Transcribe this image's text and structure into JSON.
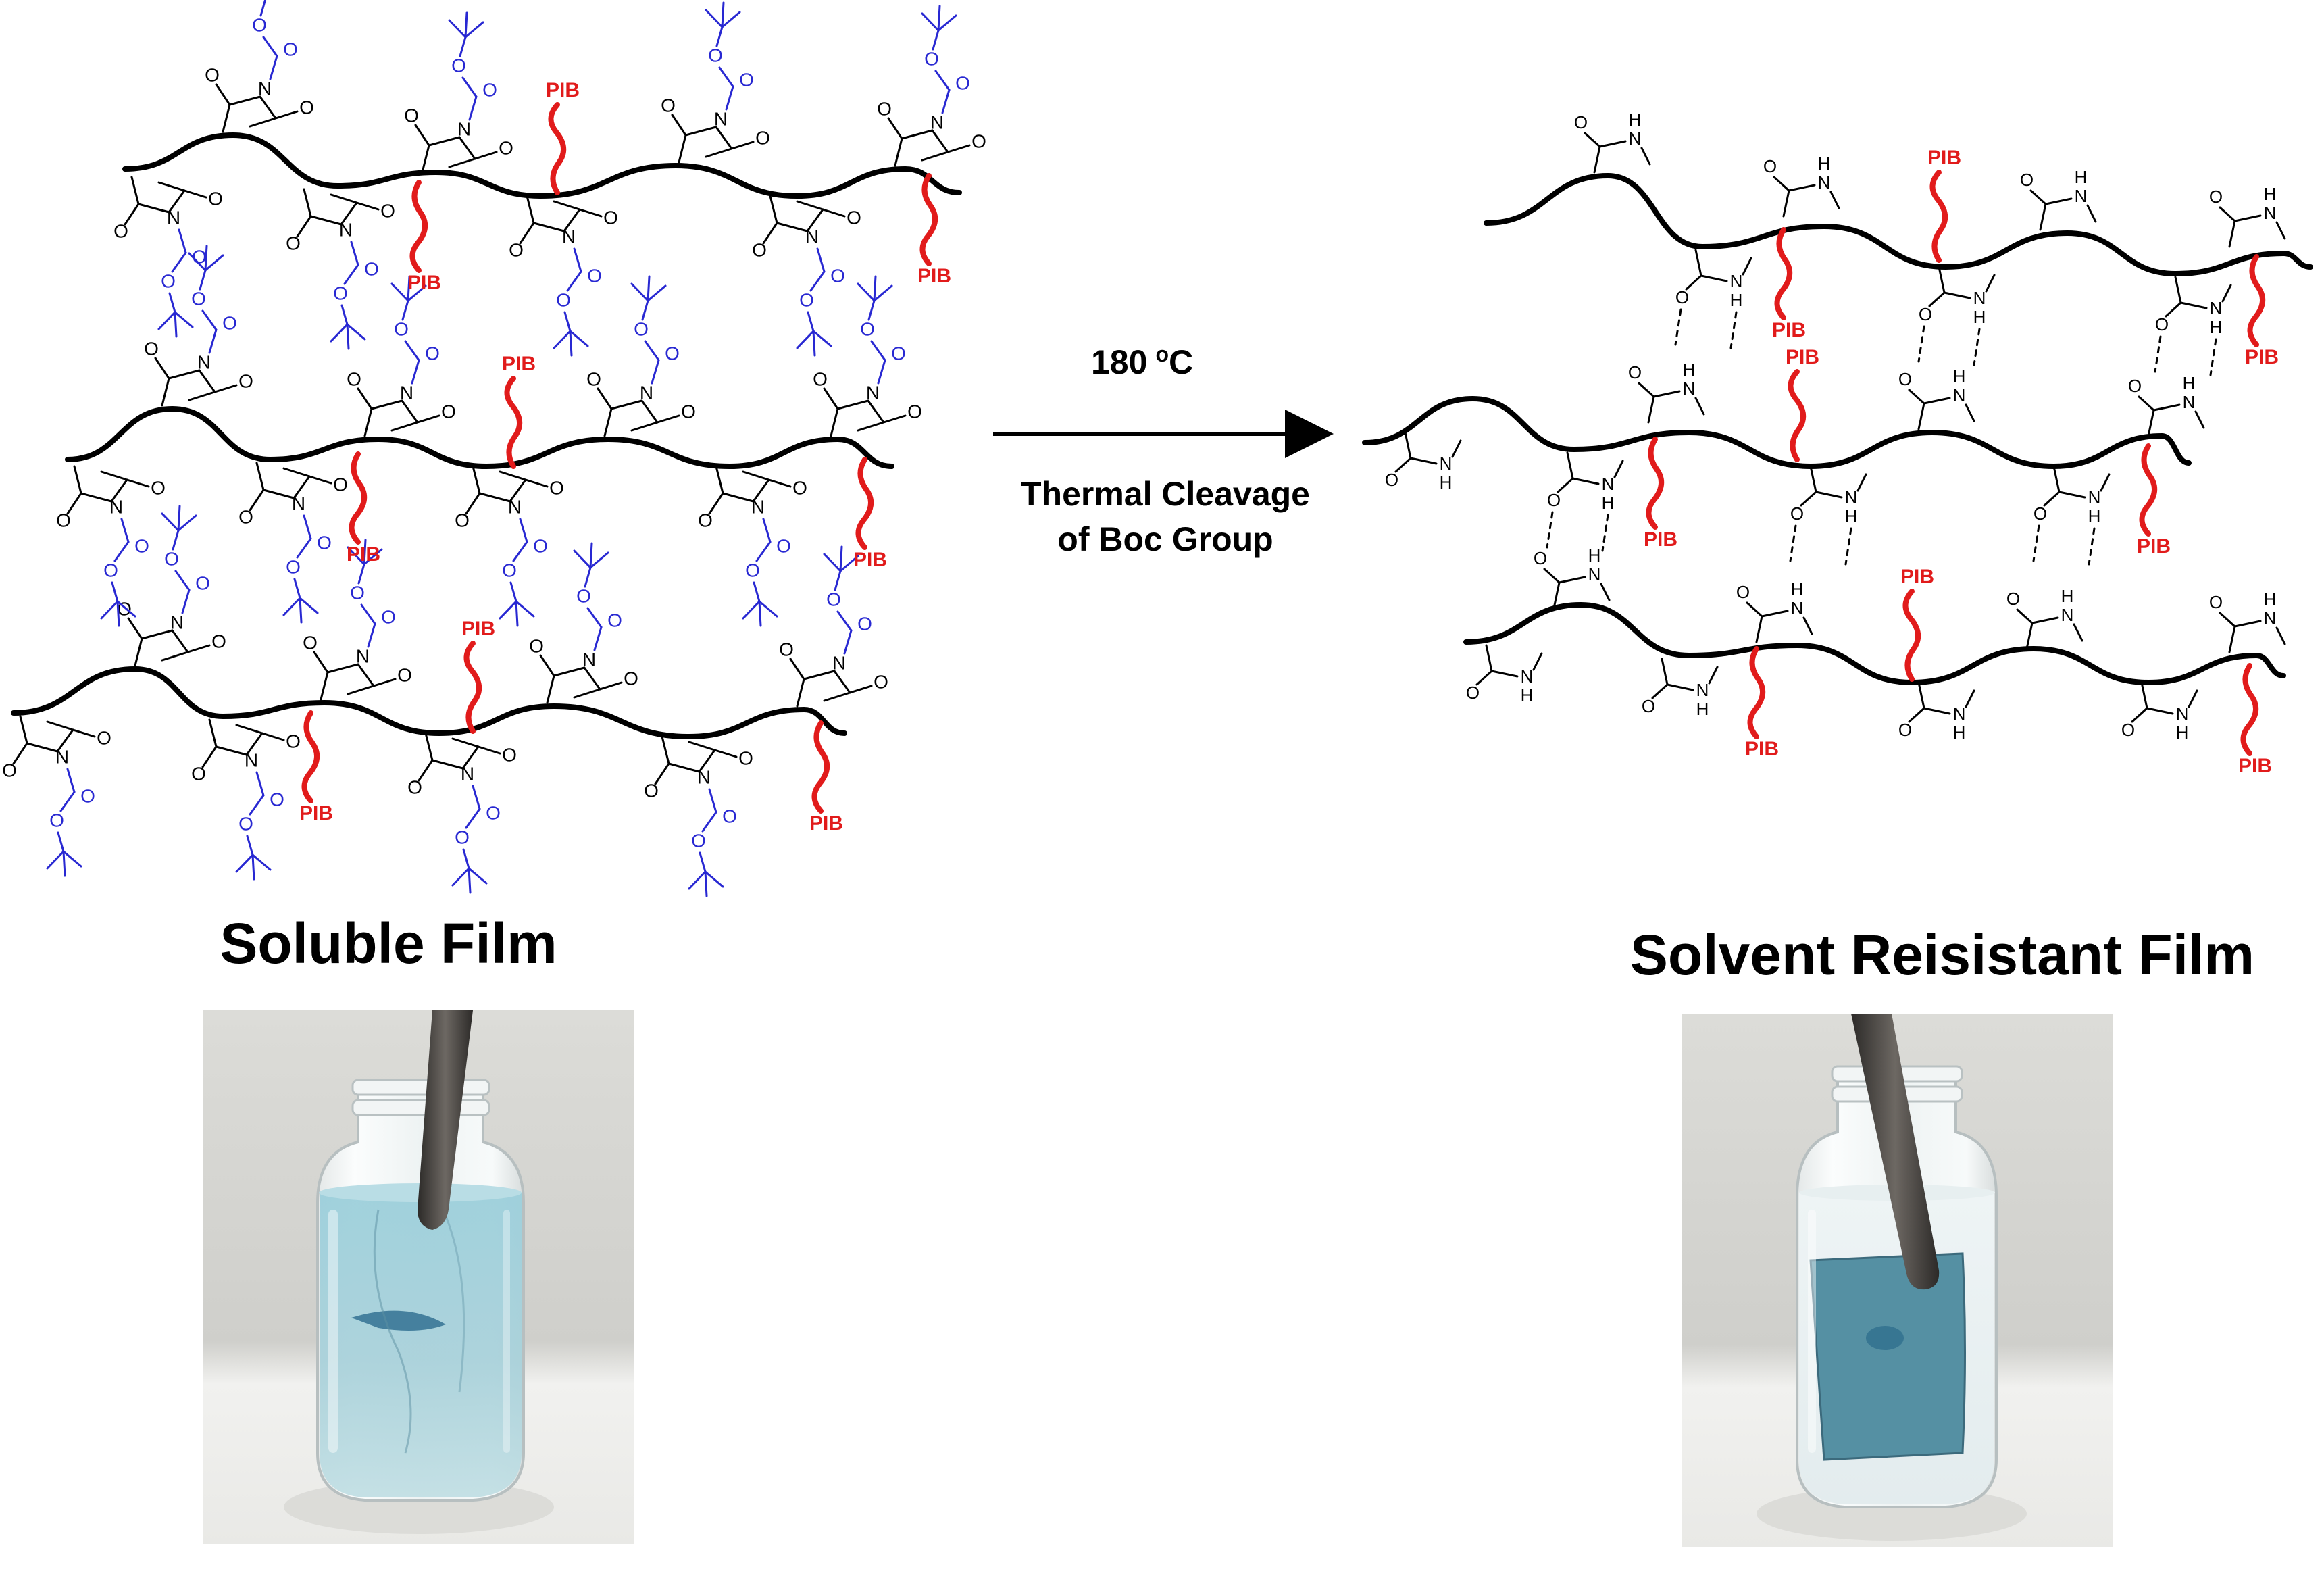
{
  "reaction": {
    "temperature_value": "180",
    "temperature_sup": "o",
    "temperature_unit": "C",
    "condition_line1": "Thermal Cleavage",
    "condition_line2": "of Boc Group"
  },
  "labels": {
    "left_caption": "Soluble Film",
    "right_caption": "Solvent Reisistant Film",
    "graft": "PIB",
    "atom_N": "N",
    "atom_O": "O",
    "atom_H": "H"
  },
  "colors": {
    "backbone": "#000000",
    "graft": "#e11b1b",
    "boc_group": "#2828d2",
    "hbond": "#000000",
    "solution_blue": "#8fc3cf",
    "film_blue": "#4f8a9c"
  },
  "photos": {
    "left": {
      "film_state": "dissolved"
    },
    "right": {
      "film_state": "intact"
    }
  }
}
